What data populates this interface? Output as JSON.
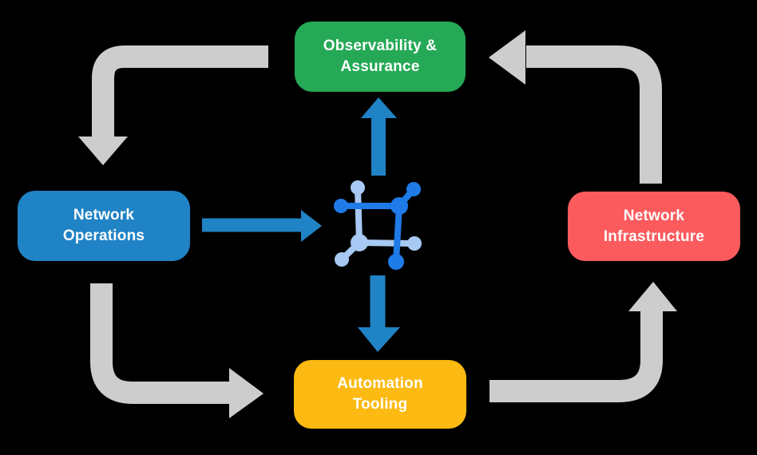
{
  "diagram": {
    "background": "#000000",
    "text_color": "#FFFFFF",
    "nodes": {
      "observability": {
        "label": "Observability &\nAssurance",
        "color": "#25A956"
      },
      "operations": {
        "label": "Network\nOperations",
        "color": "#2083C5"
      },
      "infrastructure": {
        "label": "Network\nInfrastructure",
        "color": "#FB5B5D"
      },
      "automation": {
        "label": "Automation\nTooling",
        "color": "#FCBA12"
      }
    },
    "center_icon": {
      "name": "network-mesh-icon",
      "dark_color": "#1E7BE8",
      "light_color": "#A7C9F3"
    },
    "arrows": {
      "flow_color": "#2083C5",
      "cycle_color": "#CDCDCD",
      "flows": [
        {
          "from": "operations",
          "to": "center-icon",
          "direction": "right"
        },
        {
          "from": "center-icon",
          "to": "observability",
          "direction": "up"
        },
        {
          "from": "center-icon",
          "to": "automation",
          "direction": "down"
        }
      ],
      "cycle": [
        {
          "from": "observability",
          "to": "operations"
        },
        {
          "from": "operations",
          "to": "automation"
        },
        {
          "from": "automation",
          "to": "infrastructure"
        },
        {
          "from": "infrastructure",
          "to": "observability"
        }
      ]
    }
  }
}
